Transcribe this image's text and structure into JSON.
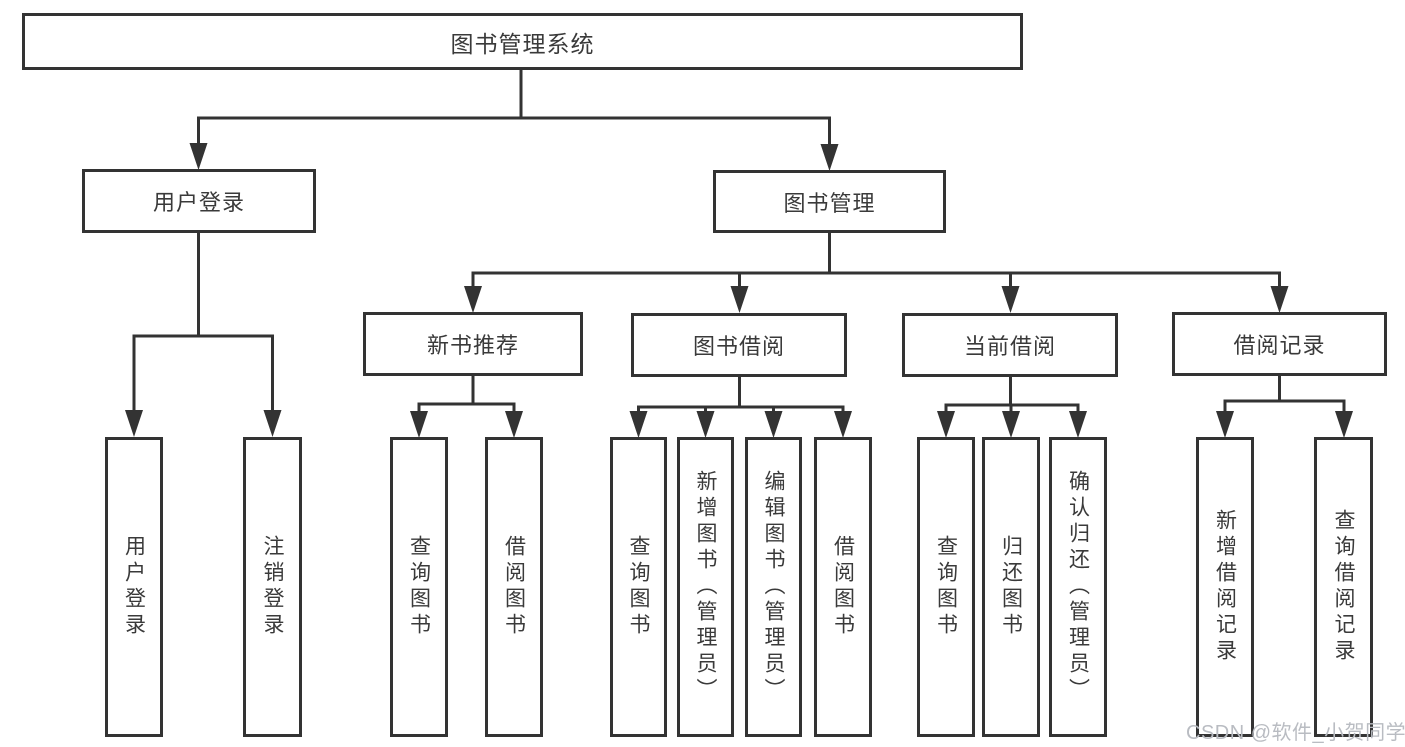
{
  "tree": {
    "root": {
      "label": "图书管理系统"
    },
    "branches": [
      {
        "label": "用户登录",
        "children": [
          {
            "label": "用户登录"
          },
          {
            "label": "注销登录"
          }
        ]
      },
      {
        "label": "图书管理",
        "children": [
          {
            "label": "新书推荐",
            "children": [
              {
                "label": "查询图书"
              },
              {
                "label": "借阅图书"
              }
            ]
          },
          {
            "label": "图书借阅",
            "children": [
              {
                "label": "查询图书"
              },
              {
                "label": "新增图书（管理员）"
              },
              {
                "label": "编辑图书（管理员）"
              },
              {
                "label": "借阅图书"
              }
            ]
          },
          {
            "label": "当前借阅",
            "children": [
              {
                "label": "查询图书"
              },
              {
                "label": "归还图书"
              },
              {
                "label": "确认归还（管理员）"
              }
            ]
          },
          {
            "label": "借阅记录",
            "children": [
              {
                "label": "新增借阅记录"
              },
              {
                "label": "查询借阅记录"
              }
            ]
          }
        ]
      }
    ]
  },
  "watermark": {
    "text": "CSDN @软件_小贺同学"
  },
  "colors": {
    "line": "#333333",
    "box_border": "#333333",
    "box_fill": "#ffffff",
    "text": "#3a3a3a",
    "watermark": "#b9bcc2",
    "background": "#ffffff"
  }
}
